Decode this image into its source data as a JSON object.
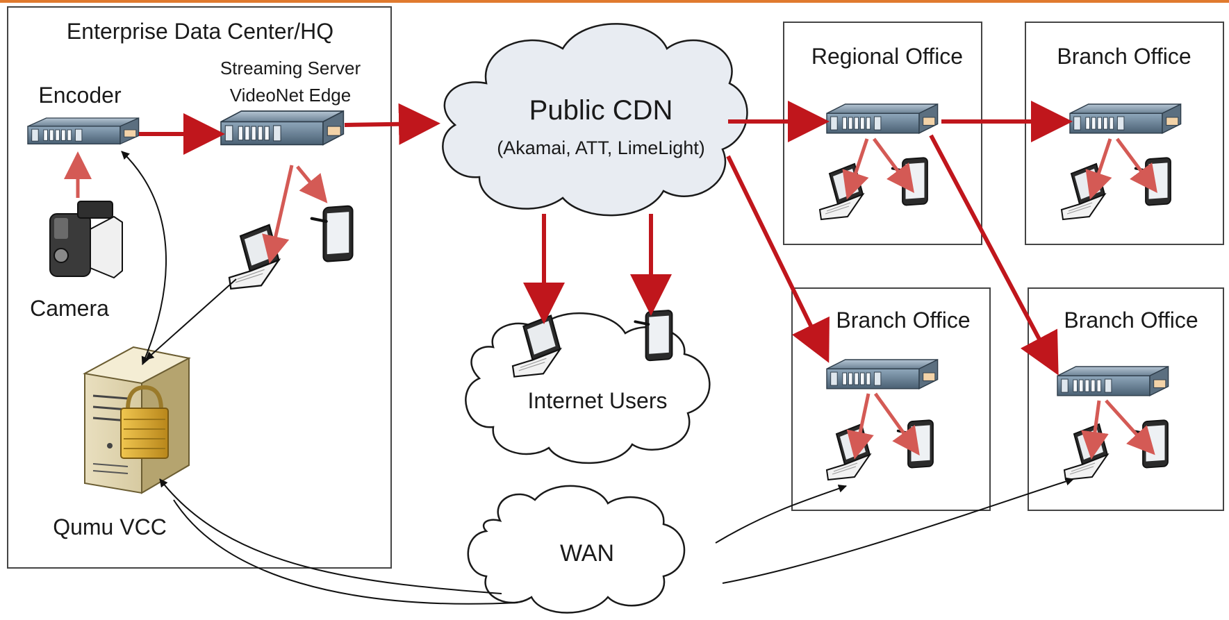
{
  "colors": {
    "top_bar": "#e07a2e",
    "flow_arrow": "#c0161c",
    "local_arrow": "#d45a55",
    "control_arrow": "#111111",
    "cloud_fill": "#e8ecf2",
    "box_border": "#444444"
  },
  "sites": {
    "hq": {
      "title": "Enterprise Data Center/HQ",
      "encoder": "Encoder",
      "streaming_server_line1": "Streaming Server",
      "streaming_server_line2": "VideoNet Edge",
      "camera": "Camera",
      "vcc": "Qumu VCC"
    },
    "regional": {
      "title": "Regional Office"
    },
    "branch_top": {
      "title": "Branch Office"
    },
    "branch_mid": {
      "title": "Branch Office"
    },
    "branch_bottom": {
      "title": "Branch Office"
    }
  },
  "clouds": {
    "cdn_title": "Public CDN",
    "cdn_providers": "(Akamai, ATT, LimeLight)",
    "internet": "Internet Users",
    "wan": "WAN"
  },
  "icons": {
    "encoder": "server-appliance-icon",
    "streaming_server": "server-appliance-icon",
    "camera": "video-camera-icon",
    "laptop": "laptop-icon",
    "tablet": "tablet-icon",
    "vcc": "tower-server-lock-icon"
  }
}
